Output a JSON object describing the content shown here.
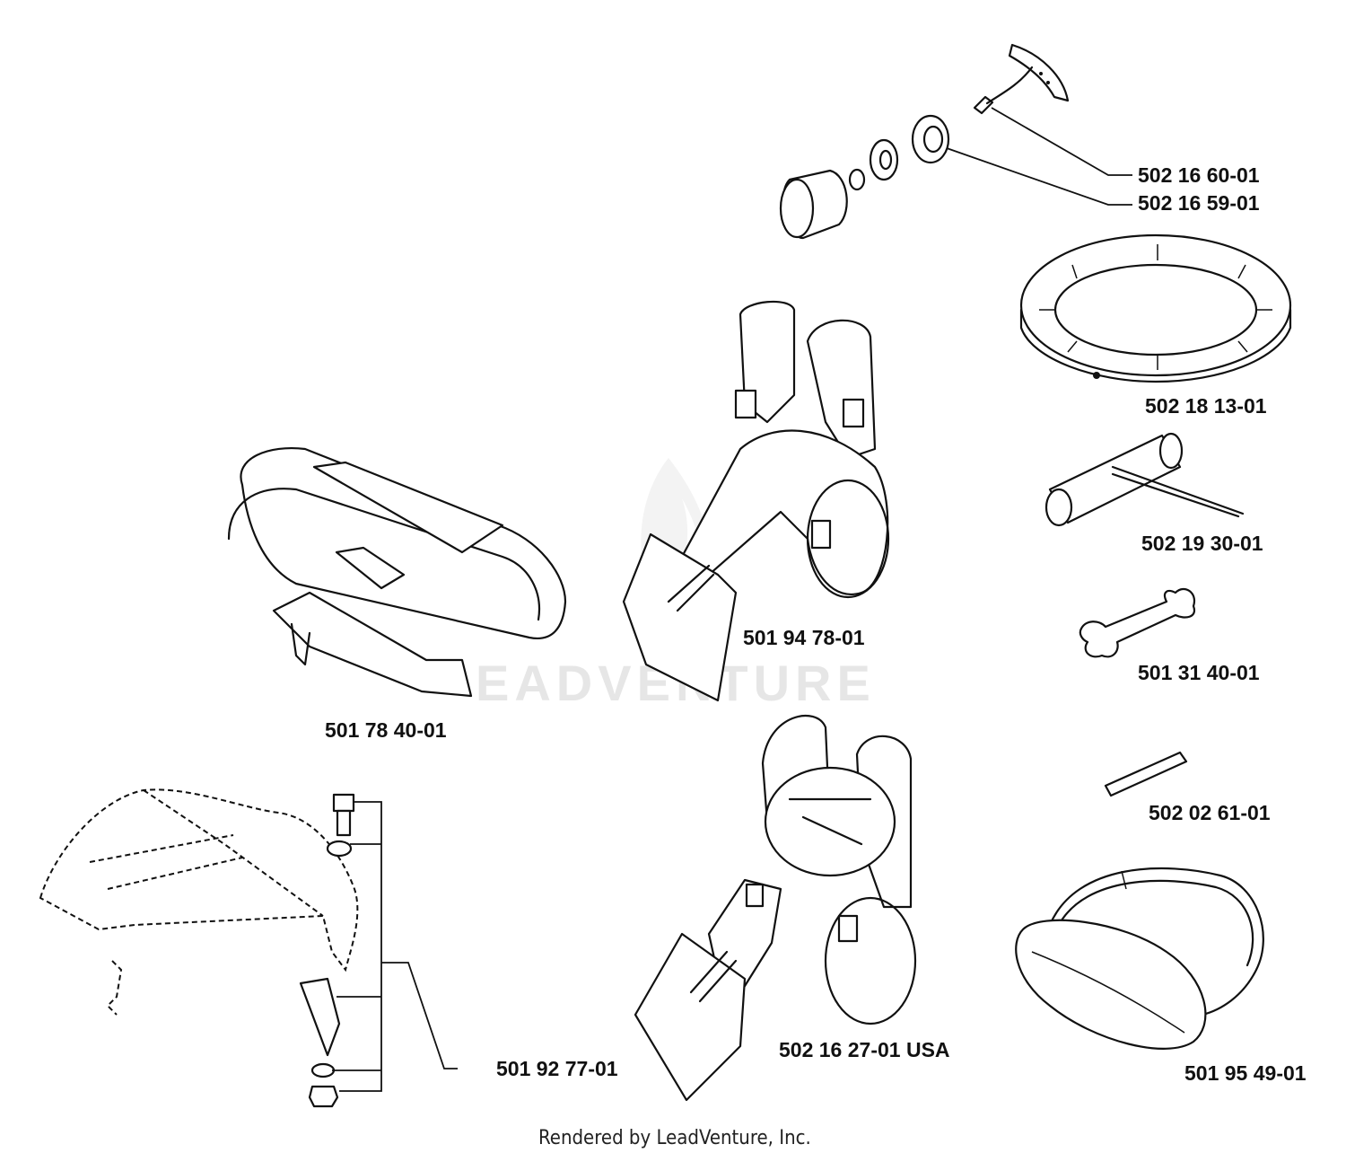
{
  "watermark": "EADVENTURE",
  "footer": "Rendered by LeadVenture, Inc.",
  "parts": [
    {
      "id": "p1",
      "label": "502 16 60-01"
    },
    {
      "id": "p2",
      "label": "502 16 59-01"
    },
    {
      "id": "p3",
      "label": "502 18 13-01"
    },
    {
      "id": "p4",
      "label": "502 19 30-01"
    },
    {
      "id": "p5",
      "label": "501 31 40-01"
    },
    {
      "id": "p6",
      "label": "502 02 61-01"
    },
    {
      "id": "p7",
      "label": "501 95 49-01"
    },
    {
      "id": "p8",
      "label": "501 94 78-01"
    },
    {
      "id": "p9",
      "label": "501 78 40-01"
    },
    {
      "id": "p10",
      "label": "501 92 77-01"
    },
    {
      "id": "p11",
      "label": "502 16 27-01 USA"
    }
  ]
}
